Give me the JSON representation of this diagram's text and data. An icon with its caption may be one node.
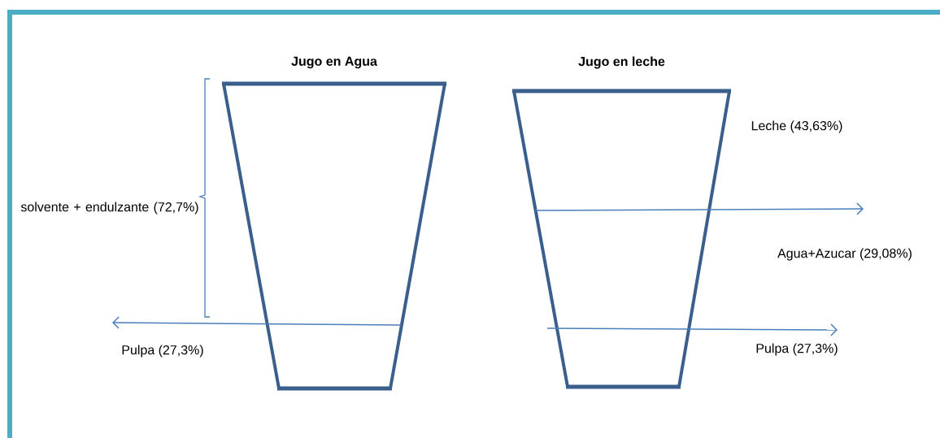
{
  "diagram": {
    "nodes": [
      {
        "text": [
          "Jugo en Agua"
        ]
      },
      {
        "text": [
          "Jugo en leche"
        ]
      },
      {
        "text": [
          "Pulpa (27,3%)"
        ]
      },
      {
        "text": [
          "Pulpa (27,3%)"
        ]
      }
    ],
    "edges": [
      {
        "from": 0,
        "to": 2,
        "arrow": "to"
      },
      {
        "from": 1,
        "to": null,
        "arrow": "to"
      },
      {
        "from": 1,
        "to": 3,
        "arrow": "to"
      }
    ],
    "labels": [
      "solvente + endulzante (72,7%)",
      "Leche (43,63%)",
      "Agua+Azucar (29,08%)"
    ]
  }
}
